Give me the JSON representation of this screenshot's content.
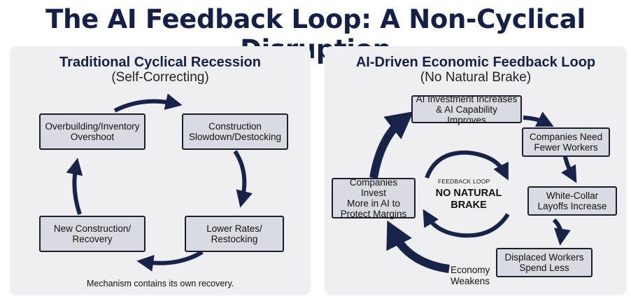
{
  "title": "The AI Feedback Loop: A Non-Cyclical Disruption",
  "left_panel": {
    "title": "Traditional Cyclical Recession",
    "subtitle": "(Self-Correcting)",
    "nodes": [
      "Overbuilding/Inventory\nOvershoot",
      "Construction\nSlowdown/Destocking",
      "Lower Rates/\nRestocking",
      "New Construction/\nRecovery"
    ],
    "caption": "Mechanism contains its own recovery."
  },
  "right_panel": {
    "title": "AI-Driven Economic Feedback Loop",
    "subtitle": "(No Natural Brake)",
    "nodes": [
      "AI Investment Increases\n& AI Capability Improves",
      "Companies Need\nFewer Workers",
      "White-Collar\nLayoffs Increase",
      "Displaced Workers\nSpend Less",
      "Companies Invest\nMore in AI to\nProtect Margins"
    ],
    "center_small": "FEEDBACK LOOP",
    "center_big": "NO NATURAL\nBRAKE",
    "economy_label": "Economy\nWeakens"
  },
  "colors": {
    "title": "#142047",
    "arrow": "#18234a",
    "box_fill": "#d9dbe3",
    "panel_bg": "#efeff1"
  }
}
